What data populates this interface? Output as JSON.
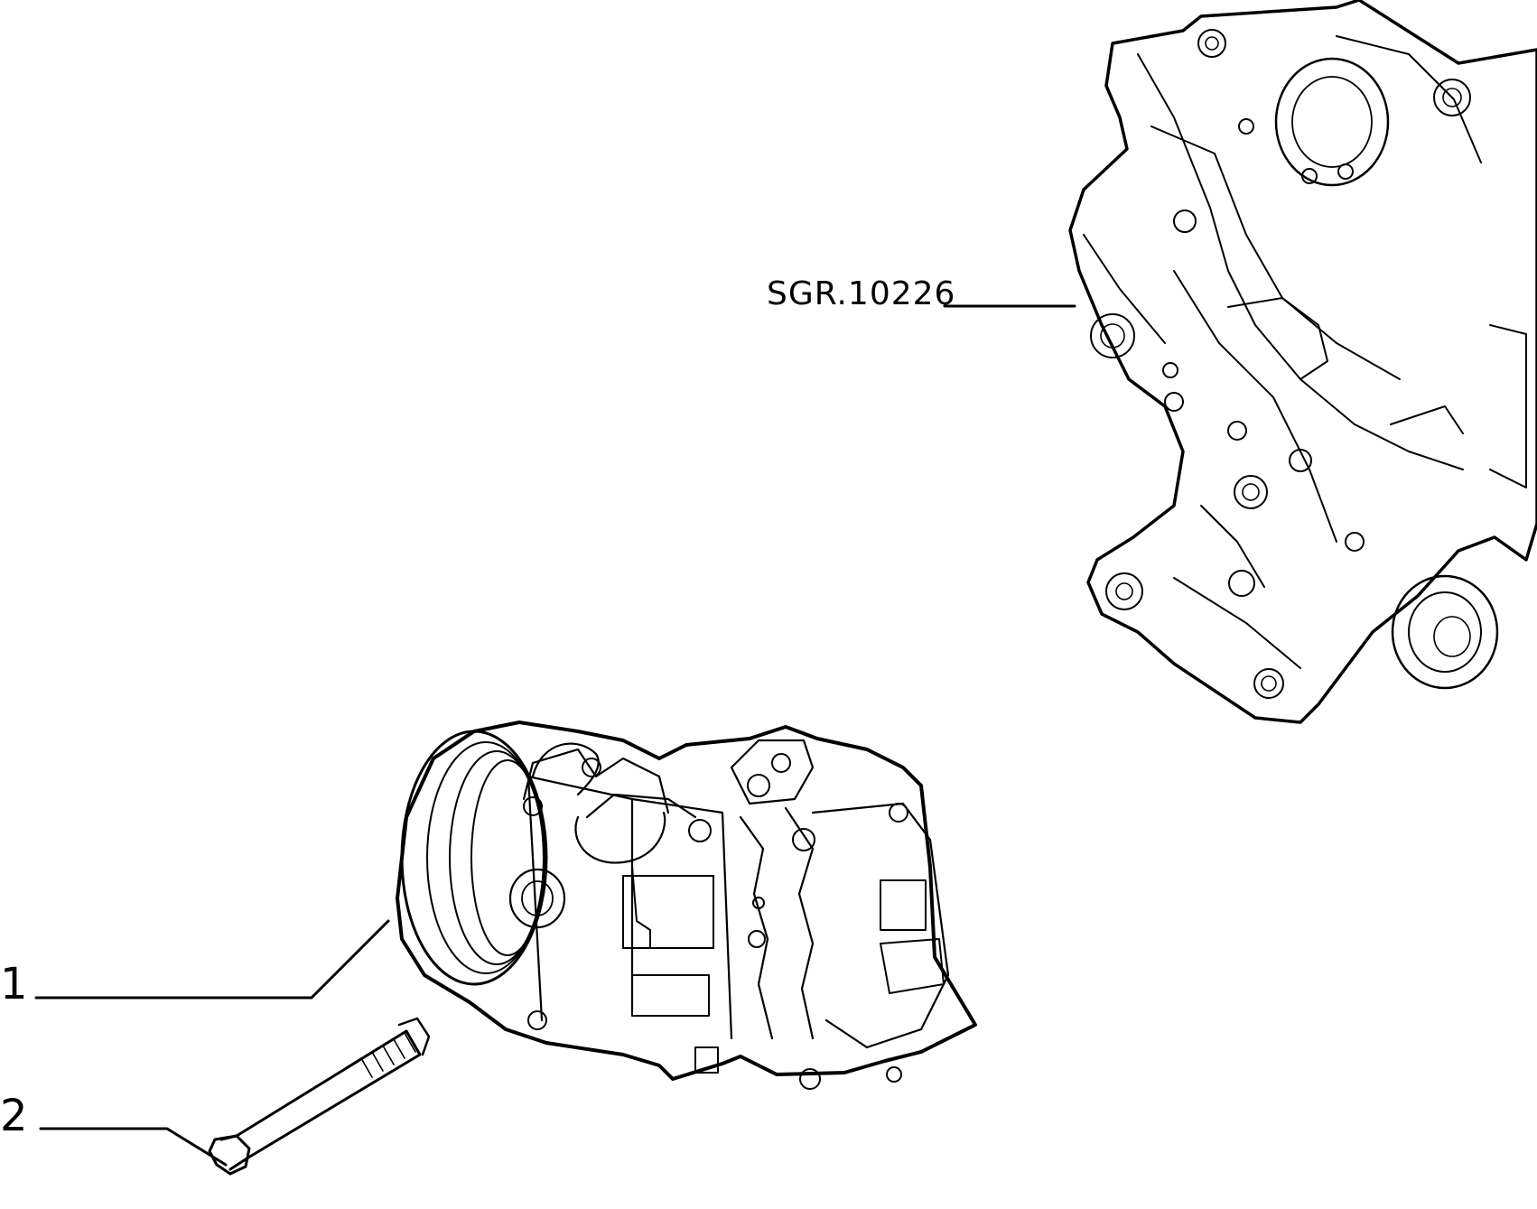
{
  "diagram": {
    "reference_code": "SGR.10226",
    "callouts": [
      {
        "number": "1",
        "part": "compressor"
      },
      {
        "number": "2",
        "part": "bolt"
      }
    ]
  }
}
